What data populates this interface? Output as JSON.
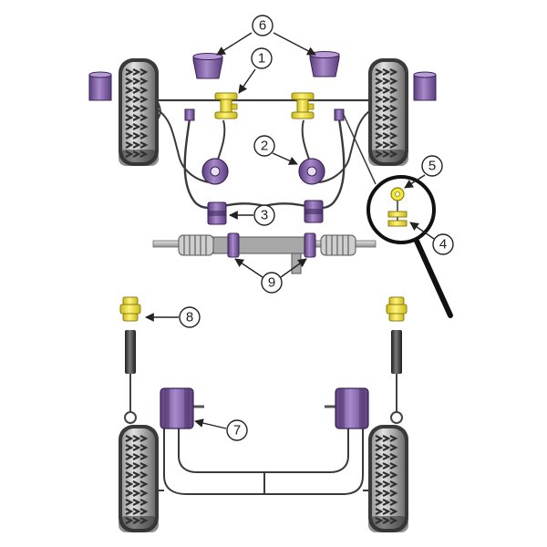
{
  "colors": {
    "bush_purple": "#8e6fb0",
    "bush_purple_dark": "#4b2f6a",
    "bush_yellow": "#f5ea3a",
    "bush_yellow_dark": "#a99a12",
    "tyre": "#3d3d3d",
    "tyre_light": "#c8c8c8",
    "line": "#3a3a3a",
    "steel": "#b9b9b9"
  },
  "callouts": [
    {
      "id": "c1",
      "label": "1",
      "part": "engine-mount-bush"
    },
    {
      "id": "c2",
      "label": "2",
      "part": "front-wishbone-rear-bush"
    },
    {
      "id": "c3",
      "label": "3",
      "part": "anti-roll-bar-bush"
    },
    {
      "id": "c4",
      "label": "4",
      "part": "drop-link-bush"
    },
    {
      "id": "c5",
      "label": "5",
      "part": "drop-link-eye-bush"
    },
    {
      "id": "c6",
      "label": "6",
      "part": "front-wishbone-front-bush"
    },
    {
      "id": "c7",
      "label": "7",
      "part": "rear-beam-mount-bush"
    },
    {
      "id": "c8",
      "label": "8",
      "part": "rear-shock-top-mount-bush"
    },
    {
      "id": "c9",
      "label": "9",
      "part": "steering-rack-mount-bush"
    }
  ]
}
